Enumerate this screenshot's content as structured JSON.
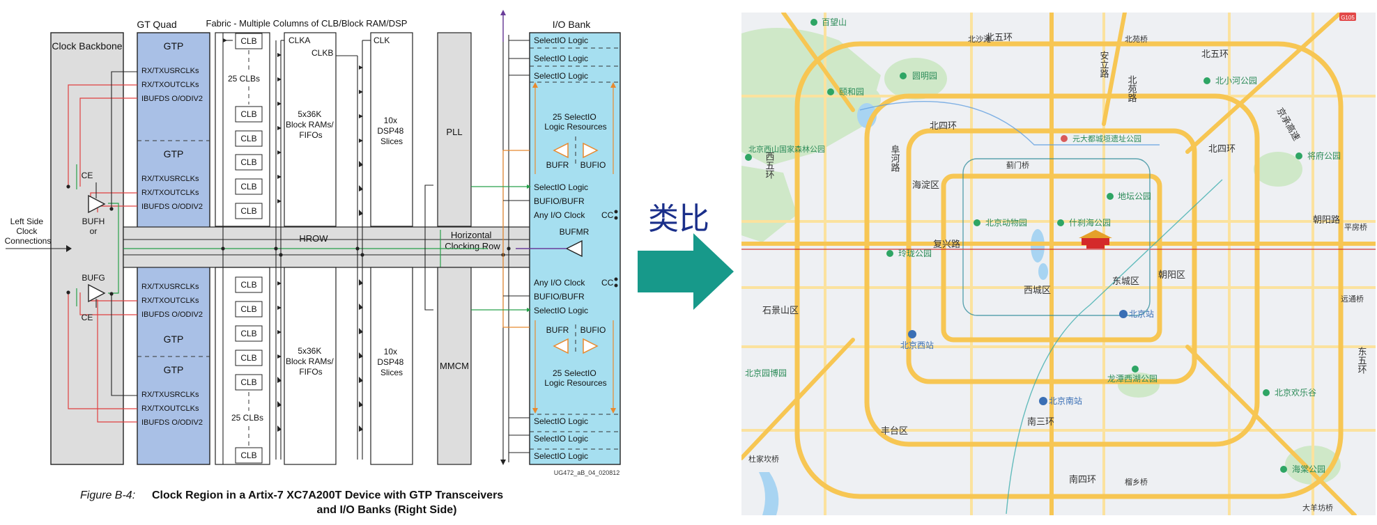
{
  "diagram": {
    "headers": {
      "gt_quad": "GT Quad",
      "fabric": "Fabric - Multiple Columns of CLB/Block RAM/DSP",
      "io_bank": "I/O Bank"
    },
    "clock_backbone": "Clock Backbone",
    "left_side": [
      "Left Side",
      "Clock",
      "Connections"
    ],
    "gtp": "GTP",
    "gt_signals": [
      "RX/TXUSRCLKs",
      "RX/TXOUTCLKs",
      "IBUFDS O/ODIV2"
    ],
    "clb": "CLB",
    "clb_25": "25 CLBs",
    "clka": "CLKA",
    "clkb": "CLKB",
    "clk": "CLK",
    "bram": [
      "5x36K",
      "Block RAMs/",
      "FIFOs"
    ],
    "dsp": [
      "10x",
      "DSP48",
      "Slices"
    ],
    "pll": "PLL",
    "mmcm": "MMCM",
    "hrow": "HROW",
    "horizontal_clocking_row": [
      "Horizontal",
      "Clocking Row"
    ],
    "bufmr": "BUFMR",
    "ce": "CE",
    "bufh": "BUFH",
    "or": "or",
    "bufg": "BUFG",
    "selectio": "SelectIO Logic",
    "selectio_25": [
      "25 SelectIO",
      "Logic Resources"
    ],
    "bufr": "BUFR",
    "bufio": "BUFIO",
    "bufio_bufr": "BUFIO/BUFR",
    "any_io_clock": "Any I/O Clock",
    "cc": "CC",
    "doc_id": "UG472_aB_04_020812",
    "caption_label": "Figure B-4:",
    "caption_line1": "Clock Region in a Artix-7 XC7A200T Device with GTP Transceivers",
    "caption_line2": "and I/O Banks (Right Side)",
    "colors": {
      "gt_blue": "#a9c0e6",
      "io_cyan": "#a6dff0",
      "gray": "#dddddd",
      "red": "#e04040",
      "green": "#27a04a",
      "orange": "#e8892e"
    }
  },
  "analogy_label": "类比",
  "arrow_color": "#17998a",
  "map": {
    "road_labels": [
      "北五环",
      "北五环",
      "北四环",
      "北四环",
      "西五环",
      "南四环",
      "南三环",
      "复兴路",
      "朝阳路",
      "东五环",
      "安立路",
      "北苑路",
      "京承高速",
      "阜河路",
      "蓟门桥",
      "北沙滩",
      "北苑桥",
      "平房桥",
      "远通桥",
      "榴乡桥",
      "大羊坊桥",
      "杜家坎桥"
    ],
    "districts": [
      "海淀区",
      "西城区",
      "东城区",
      "朝阳区",
      "石景山区",
      "丰台区"
    ],
    "parks": [
      "百望山",
      "圆明园",
      "颐和园",
      "北京西山国家森林公园",
      "元大都城垣遗址公园",
      "地坛公园",
      "北京动物园",
      "什刹海公园",
      "玲珑公园",
      "将府公园",
      "北小河公园",
      "龙潭西湖公园",
      "北京园博园",
      "北京欢乐谷",
      "海棠公园"
    ],
    "stations": [
      "北京西站",
      "北京站",
      "北京南站"
    ],
    "highway_badge": "G105"
  }
}
